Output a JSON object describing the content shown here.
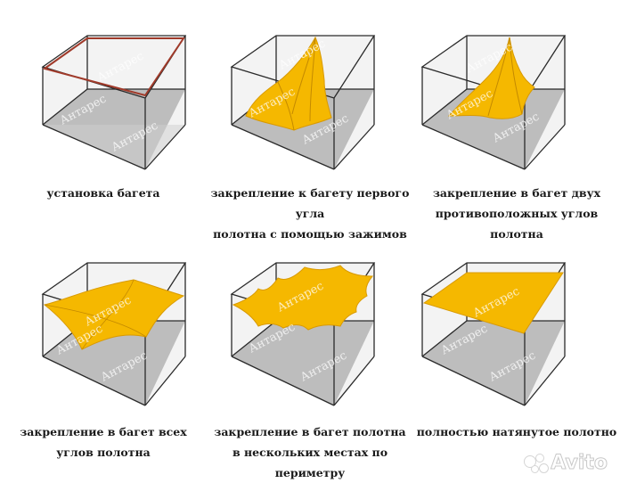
{
  "steps": [
    {
      "caption_lines": [
        "установка багета"
      ],
      "watermark": "Антарес"
    },
    {
      "caption_lines": [
        "закрепление к багету первого угла",
        "полотна с помощью зажимов"
      ],
      "watermark": "Антарес"
    },
    {
      "caption_lines": [
        "закрепление в багет двух",
        "противоположных углов полотна"
      ],
      "watermark": "Антарес"
    },
    {
      "caption_lines": [
        "закрепление в багет всех",
        "углов полотна"
      ],
      "watermark": "Антарес"
    },
    {
      "caption_lines": [
        "закрепление в багет полотна",
        "в нескольких местах по периметру"
      ],
      "watermark": "Антарес"
    },
    {
      "caption_lines": [
        "полностью натянутое полотно"
      ],
      "watermark": "Антарес"
    }
  ],
  "brand": {
    "name": "Avito"
  },
  "colors": {
    "fabric": "#f5b800",
    "fabric_dark": "#d99a00",
    "floor": "#bdbdbd",
    "wall": "#f0f0f0",
    "edge": "#2a2a2a",
    "baguette": "#a03a2a"
  }
}
